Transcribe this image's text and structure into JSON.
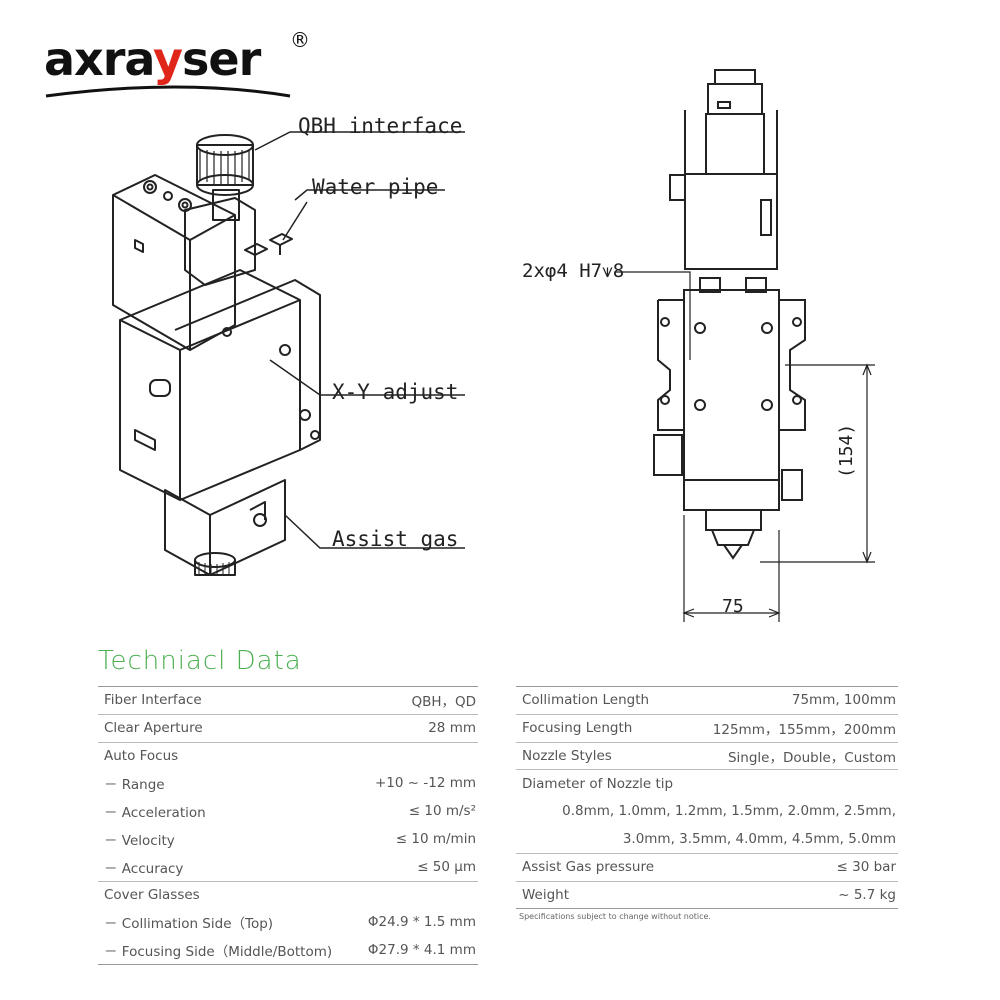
{
  "logo": {
    "text_a": "axra",
    "text_b": "y",
    "text_c": "ser",
    "reg": "®"
  },
  "callouts": {
    "qbh": "QBH interface",
    "water": "Water pipe",
    "xy": "X-Y adjust",
    "gas": "Assist gas",
    "hole": "2xφ4 H7⩛8",
    "dim_height": "(154)",
    "dim_width": "75"
  },
  "section_title": "Techniacl Data",
  "left_table": [
    {
      "k": "Fiber Interface",
      "v": "QBH，QD"
    },
    {
      "k": "Clear Aperture",
      "v": "28 mm"
    },
    {
      "k": "Auto Focus",
      "v": ""
    },
    {
      "k": "－ Range",
      "v": "+10 ~ -12 mm"
    },
    {
      "k": "－ Acceleration",
      "v": "≤ 10 m/s²"
    },
    {
      "k": "－ Velocity",
      "v": "≤ 10 m/min"
    },
    {
      "k": "－ Accuracy",
      "v": "≤ 50 μm"
    },
    {
      "k": "Cover Glasses",
      "v": ""
    },
    {
      "k": "－ Collimation Side（Top)",
      "v": "Φ24.9 * 1.5 mm"
    },
    {
      "k": "－ Focusing Side（Middle/Bottom)",
      "v": "Φ27.9 * 4.1 mm"
    }
  ],
  "right_table": [
    {
      "k": "Collimation Length",
      "v": "75mm, 100mm"
    },
    {
      "k": "Focusing Length",
      "v": "125mm，155mm，200mm"
    },
    {
      "k": "Nozzle Styles",
      "v": "Single，Double，Custom"
    },
    {
      "k": "Diameter of Nozzle tip",
      "v": ""
    },
    {
      "k": "",
      "v": "0.8mm, 1.0mm, 1.2mm, 1.5mm, 2.0mm, 2.5mm,"
    },
    {
      "k": "",
      "v": "3.0mm, 3.5mm, 4.0mm, 4.5mm, 5.0mm"
    },
    {
      "k": "Assist Gas pressure",
      "v": "≤ 30 bar"
    },
    {
      "k": "Weight",
      "v": "~ 5.7 kg"
    }
  ],
  "footnote": "Specifications subject to change without notice.",
  "colors": {
    "title_green": "#4caf50",
    "logo_red": "#e0251b"
  }
}
